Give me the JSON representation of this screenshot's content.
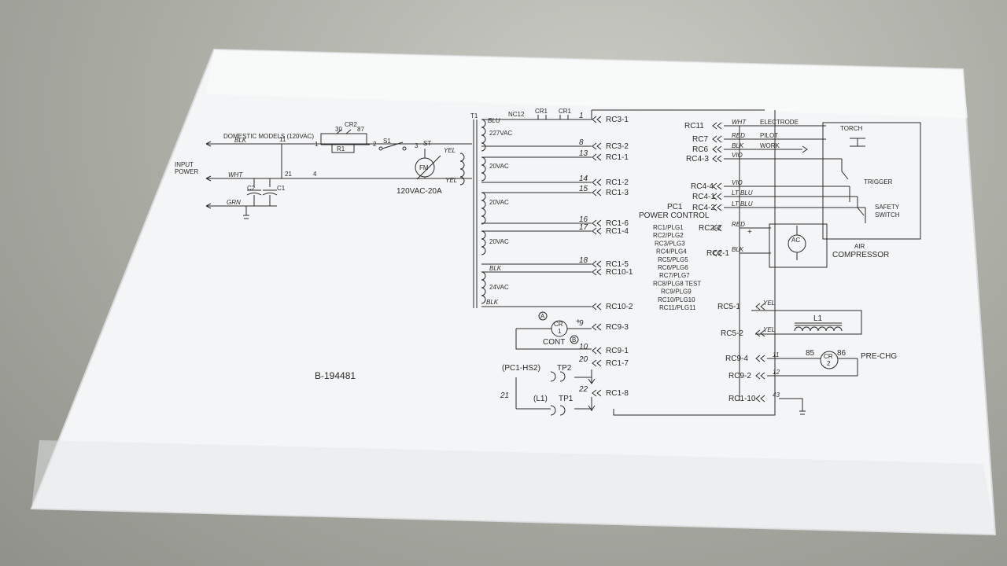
{
  "colors": {
    "plate": "#f4f5f6",
    "ink": "#2b2b2b",
    "background": "#a9aba3"
  },
  "left_circuit": {
    "domestic_label": "DOMESTIC MODELS (120VAC)",
    "input_power_1": "INPUT",
    "input_power_2": "POWER",
    "blk": "BLK",
    "wht": "WHT",
    "grn": "GRN",
    "c2": "C2",
    "c1": "C1",
    "n11": "11",
    "n21": "21",
    "n4": "4",
    "n1": "1",
    "n2": "2",
    "n3": "3",
    "n30": "30",
    "cr2": "CR2",
    "n87": "87",
    "r1": "R1",
    "s1": "S1",
    "st": "ST",
    "fm": "FM",
    "yel_1": "YEL",
    "yel_2": "YEL",
    "voltage": "120VAC-20A"
  },
  "transformer": {
    "t1": "T1",
    "nc12": "NC12",
    "blu": "BLU",
    "v227": "227VAC",
    "v20a": "20VAC",
    "v20b": "20VAC",
    "v20c": "20VAC",
    "v24": "24VAC",
    "blk_1": "BLK",
    "blk_2": "BLK",
    "cr1_a": "CR1",
    "cr1_b": "CR1"
  },
  "middle_connectors": [
    {
      "n": "1",
      "rc": "RC3-1"
    },
    {
      "n": "8",
      "rc": "RC3-2"
    },
    {
      "n": "13",
      "rc": "RC1-1"
    },
    {
      "n": "14",
      "rc": "RC1-2"
    },
    {
      "n": "15",
      "rc": "RC1-3"
    },
    {
      "n": "16",
      "rc": "RC1-6"
    },
    {
      "n": "17",
      "rc": "RC1-4"
    },
    {
      "n": "18",
      "rc": "RC1-5"
    },
    {
      "n": "",
      "rc": "RC10-1"
    },
    {
      "n": "",
      "rc": "RC10-2"
    },
    {
      "n": "9",
      "rc": "RC9-3"
    },
    {
      "n": "10",
      "rc": "RC9-1"
    },
    {
      "n": "20",
      "rc": "RC1-7"
    },
    {
      "n": "22",
      "rc": "RC1-8"
    }
  ],
  "pc1": {
    "title_1": "PC1",
    "title_2": "POWER CONTROL",
    "plugs": [
      "RC1/PLG1",
      "RC2/PLG2",
      "RC3/PLG3",
      "RC4/PLG4",
      "RC5/PLG5",
      "RC6/PLG6",
      "RC7/PLG7",
      "RC8/PLG8 TEST",
      "RC9/PLG9",
      "RC10/PLG10",
      "RC11/PLG11"
    ]
  },
  "lower_left": {
    "cr1": "CR",
    "cr1_num": "1",
    "a": "A",
    "b": "B",
    "plus": "+",
    "cont": "CONT",
    "pc1_hs2": "(PC1-HS2)",
    "tp2": "TP2",
    "l1": "(L1)",
    "tp1": "TP1",
    "n21": "21"
  },
  "right_connectors": [
    {
      "rc": "RC11",
      "wire": "WHT",
      "label": "ELECTRODE"
    },
    {
      "rc": "RC7",
      "wire": "RED",
      "label": "PILOT"
    },
    {
      "rc": "RC6",
      "wire": "BLK",
      "label": "WORK"
    },
    {
      "rc": "RC4-3",
      "wire": "VIO",
      "label": ""
    },
    {
      "rc": "RC4-4",
      "wire": "VIO",
      "label": ""
    },
    {
      "rc": "RC4-1",
      "wire": "LT BLU",
      "label": ""
    },
    {
      "rc": "RC4-2",
      "wire": "LT BLU",
      "label": ""
    },
    {
      "rc": "RC2-2",
      "wire": "RED",
      "label": ""
    },
    {
      "rc": "RC2-1",
      "wire": "BLK",
      "label": ""
    },
    {
      "rc": "RC5-1",
      "wire": "YEL",
      "label": ""
    },
    {
      "rc": "RC5-2",
      "wire": "YEL",
      "label": ""
    },
    {
      "rc": "RC9-4",
      "wire": "11",
      "label": ""
    },
    {
      "rc": "RC9-2",
      "wire": "12",
      "label": ""
    },
    {
      "rc": "RC1-10",
      "wire": "43",
      "label": ""
    }
  ],
  "right_parts": {
    "torch": "TORCH",
    "trigger": "TRIGGER",
    "safety_1": "SAFETY",
    "safety_2": "SWITCH",
    "ac": "AC",
    "air_1": "AIR",
    "air_2": "COMPRESSOR",
    "plus": "+",
    "l1": "L1",
    "n85": "85",
    "n86": "86",
    "cr2": "CR",
    "cr2_num": "2",
    "prechg": "PRE-CHG"
  },
  "drawing_number": "B-194481"
}
